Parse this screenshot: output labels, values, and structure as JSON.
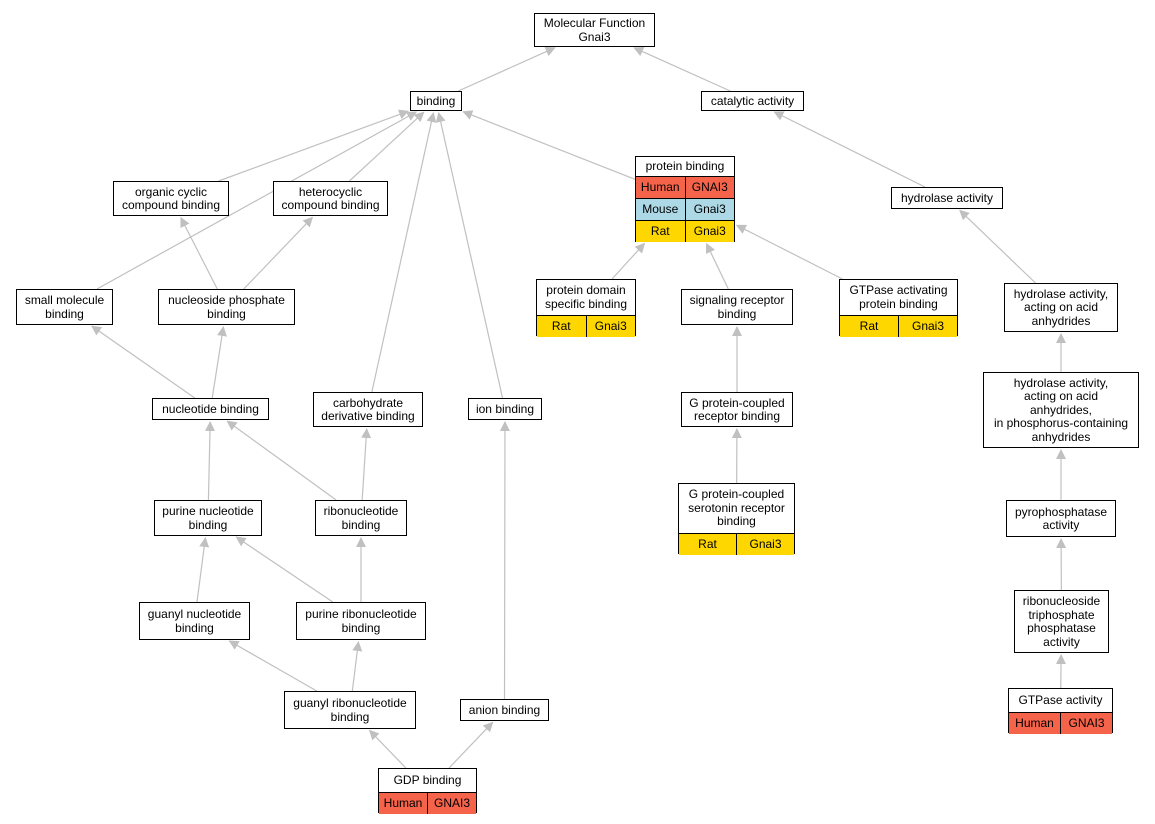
{
  "colors": {
    "edge": "#c0c0c0",
    "human": "#f4634a",
    "mouse": "#add8e6",
    "rat": "#ffd700"
  },
  "nodes": {
    "molecular_function": {
      "label": "Molecular Function\nGnai3",
      "rows": []
    },
    "binding": {
      "label": "binding",
      "rows": []
    },
    "catalytic_activity": {
      "label": "catalytic activity",
      "rows": []
    },
    "organic_cyclic": {
      "label": "organic cyclic\ncompound binding",
      "rows": []
    },
    "heterocyclic": {
      "label": "heterocyclic\ncompound binding",
      "rows": []
    },
    "protein_binding": {
      "label": "protein binding",
      "rows": [
        {
          "species": "Human",
          "gene": "GNAI3",
          "color": "human"
        },
        {
          "species": "Mouse",
          "gene": "Gnai3",
          "color": "mouse"
        },
        {
          "species": "Rat",
          "gene": "Gnai3",
          "color": "rat"
        }
      ]
    },
    "hydrolase_activity": {
      "label": "hydrolase activity",
      "rows": []
    },
    "small_molecule": {
      "label": "small molecule\nbinding",
      "rows": []
    },
    "nucleoside_phosphate": {
      "label": "nucleoside phosphate\nbinding",
      "rows": []
    },
    "protein_domain": {
      "label": "protein domain\nspecific binding",
      "rows": [
        {
          "species": "Rat",
          "gene": "Gnai3",
          "color": "rat"
        }
      ]
    },
    "signaling_receptor": {
      "label": "signaling receptor\nbinding",
      "rows": []
    },
    "gtpase_activating": {
      "label": "GTPase activating\nprotein binding",
      "rows": [
        {
          "species": "Rat",
          "gene": "Gnai3",
          "color": "rat"
        }
      ]
    },
    "hydrolase_acid": {
      "label": "hydrolase activity,\nacting on acid\nanhydrides",
      "rows": []
    },
    "nucleotide_binding": {
      "label": "nucleotide binding",
      "rows": []
    },
    "carbohydrate": {
      "label": "carbohydrate\nderivative binding",
      "rows": []
    },
    "ion_binding": {
      "label": "ion binding",
      "rows": []
    },
    "gpcr_binding": {
      "label": "G protein-coupled\nreceptor binding",
      "rows": []
    },
    "hydrolase_phospho": {
      "label": "hydrolase activity,\nacting on acid\nanhydrides,\nin phosphorus-containing\nanhydrides",
      "rows": []
    },
    "purine_nucleotide": {
      "label": "purine nucleotide\nbinding",
      "rows": []
    },
    "ribonucleotide": {
      "label": "ribonucleotide\nbinding",
      "rows": []
    },
    "gpcr_serotonin": {
      "label": "G protein-coupled\nserotonin receptor\nbinding",
      "rows": [
        {
          "species": "Rat",
          "gene": "Gnai3",
          "color": "rat"
        }
      ]
    },
    "pyrophosphatase": {
      "label": "pyrophosphatase\nactivity",
      "rows": []
    },
    "guanyl_nucleotide": {
      "label": "guanyl nucleotide\nbinding",
      "rows": []
    },
    "purine_ribonucleotide": {
      "label": "purine ribonucleotide\nbinding",
      "rows": []
    },
    "ribonucleoside_tp": {
      "label": "ribonucleoside\ntriphosphate\nphosphatase\nactivity",
      "rows": []
    },
    "guanyl_ribonucleotide": {
      "label": "guanyl ribonucleotide\nbinding",
      "rows": []
    },
    "anion_binding": {
      "label": "anion binding",
      "rows": []
    },
    "gtpase_activity": {
      "label": "GTPase activity",
      "rows": [
        {
          "species": "Human",
          "gene": "GNAI3",
          "color": "human"
        }
      ]
    },
    "gdp_binding": {
      "label": "GDP binding",
      "rows": [
        {
          "species": "Human",
          "gene": "GNAI3",
          "color": "human"
        }
      ]
    }
  },
  "edges": [
    [
      "binding",
      "molecular_function"
    ],
    [
      "catalytic_activity",
      "molecular_function"
    ],
    [
      "organic_cyclic",
      "binding"
    ],
    [
      "heterocyclic",
      "binding"
    ],
    [
      "protein_binding",
      "binding"
    ],
    [
      "small_molecule",
      "binding"
    ],
    [
      "carbohydrate",
      "binding"
    ],
    [
      "ion_binding",
      "binding"
    ],
    [
      "hydrolase_activity",
      "catalytic_activity"
    ],
    [
      "nucleoside_phosphate",
      "organic_cyclic"
    ],
    [
      "nucleoside_phosphate",
      "heterocyclic"
    ],
    [
      "protein_domain",
      "protein_binding"
    ],
    [
      "signaling_receptor",
      "protein_binding"
    ],
    [
      "gtpase_activating",
      "protein_binding"
    ],
    [
      "hydrolase_acid",
      "hydrolase_activity"
    ],
    [
      "nucleotide_binding",
      "small_molecule"
    ],
    [
      "nucleotide_binding",
      "nucleoside_phosphate"
    ],
    [
      "gpcr_binding",
      "signaling_receptor"
    ],
    [
      "hydrolase_phospho",
      "hydrolase_acid"
    ],
    [
      "purine_nucleotide",
      "nucleotide_binding"
    ],
    [
      "ribonucleotide",
      "nucleotide_binding"
    ],
    [
      "ribonucleotide",
      "carbohydrate"
    ],
    [
      "gpcr_serotonin",
      "gpcr_binding"
    ],
    [
      "pyrophosphatase",
      "hydrolase_phospho"
    ],
    [
      "guanyl_nucleotide",
      "purine_nucleotide"
    ],
    [
      "purine_ribonucleotide",
      "purine_nucleotide"
    ],
    [
      "purine_ribonucleotide",
      "ribonucleotide"
    ],
    [
      "ribonucleoside_tp",
      "pyrophosphatase"
    ],
    [
      "guanyl_ribonucleotide",
      "guanyl_nucleotide"
    ],
    [
      "guanyl_ribonucleotide",
      "purine_ribonucleotide"
    ],
    [
      "anion_binding",
      "ion_binding"
    ],
    [
      "gtpase_activity",
      "ribonucleoside_tp"
    ],
    [
      "gdp_binding",
      "guanyl_ribonucleotide"
    ],
    [
      "gdp_binding",
      "anion_binding"
    ]
  ]
}
